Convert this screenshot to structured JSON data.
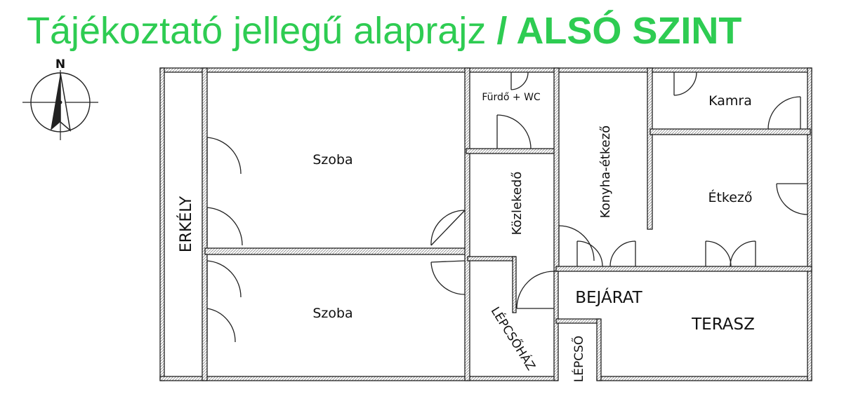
{
  "title": {
    "main": "Tájékoztató jellegű alaprajz",
    "level": "/ ALSÓ SZINT",
    "color": "#2ecc52"
  },
  "compass": {
    "north": "N"
  },
  "rooms": {
    "erkely": "ERKÉLY",
    "szoba_1": "Szoba",
    "szoba_2": "Szoba",
    "furdo": "Fürdő + WC",
    "kozlekedo": "Közlekedő",
    "lepcsohaz": "LÉPCSŐHÁZ",
    "konyha": "Konyha-étkező",
    "kamra": "Kamra",
    "etkezo": "Étkező",
    "bejarat": "BEJÁRAT",
    "terasz": "TERASZ",
    "lepcso": "LÉPCSŐ"
  }
}
